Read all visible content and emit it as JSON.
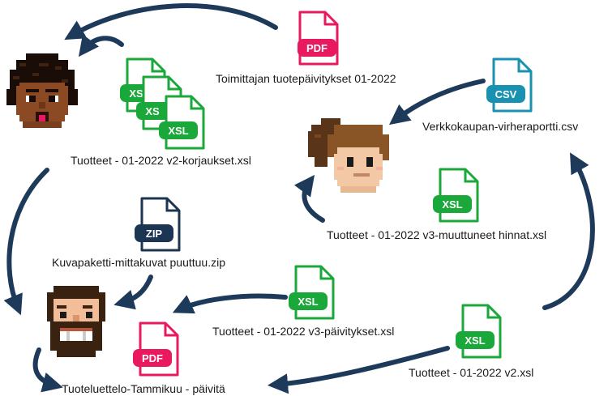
{
  "colors": {
    "arrow": "#1e3a5a",
    "pdf": "#e8195e",
    "xsl": "#1aa83a",
    "csv": "#1991b1",
    "zip": "#1b3553"
  },
  "files": {
    "pdf_top": {
      "badge": "PDF",
      "label": "Toimittajan tuotepäivitykset 01-2022"
    },
    "xsl_stack": {
      "badge_back": "XS",
      "badge_mid": "XS",
      "badge_front": "XSL",
      "label": "Tuotteet - 01-2022 v2-korjaukset.xsl"
    },
    "csv": {
      "badge": "CSV",
      "label": "Verkkokaupan-virheraportti.csv"
    },
    "xsl_v3_prices": {
      "badge": "XSL",
      "label": "Tuotteet - 01-2022 v3-muuttuneet hinnat.xsl"
    },
    "zip": {
      "badge": "ZIP",
      "label": "Kuvapaketti-mittakuvat puuttuu.zip"
    },
    "xsl_v3_updates": {
      "badge": "XSL",
      "label": "Tuotteet - 01-2022 v3-päivitykset.xsl"
    },
    "xsl_v2": {
      "badge": "XSL",
      "label": "Tuotteet - 01-2022 v2.xsl"
    },
    "pdf_bottom": {
      "badge": "PDF",
      "label": "Tuoteluettelo-Tammikuu - päivitä"
    }
  },
  "avatars": {
    "top_left": "avatar-dark-hair",
    "center_right": "avatar-brown-hair",
    "bottom_left": "avatar-bearded"
  }
}
